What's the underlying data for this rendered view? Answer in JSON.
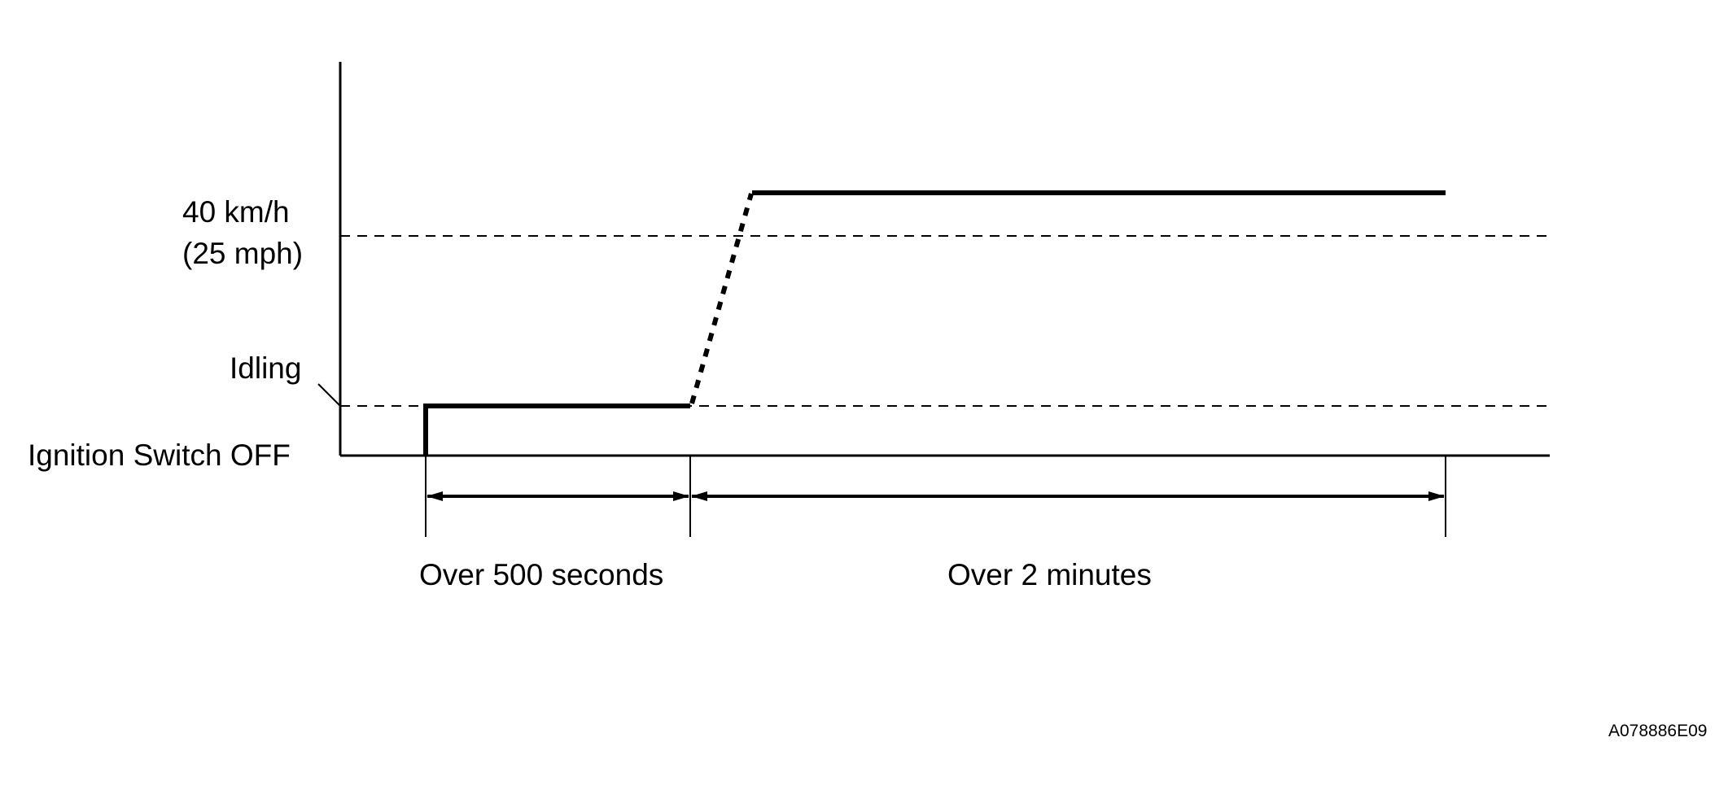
{
  "diagram": {
    "y_levels": {
      "speed_line1": "40 km/h",
      "speed_line2": "(25 mph)",
      "idling": "Idling",
      "ignition_off": "Ignition Switch OFF"
    },
    "intervals": {
      "first": "Over 500 seconds",
      "second": "Over 2 minutes"
    },
    "figure_code": "A078886E09"
  },
  "colors": {
    "line": "#000000",
    "background": "#ffffff"
  }
}
